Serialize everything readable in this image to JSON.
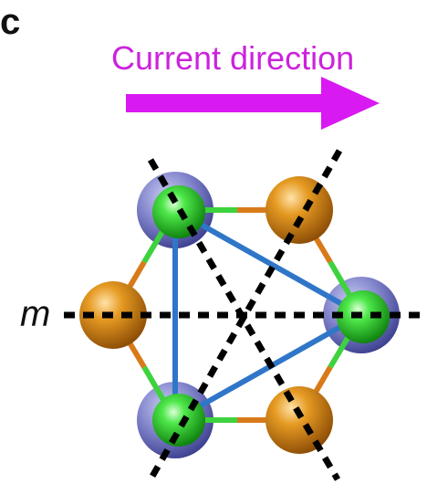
{
  "panel_letter": "c",
  "current": {
    "label": "Current direction",
    "arrow_color": "#d919f2"
  },
  "mirror": {
    "label": "m"
  },
  "colors": {
    "blue_atom": "#7d80c8",
    "green_atom": "#1ec81e",
    "orange_atom": "#dd8a10",
    "blue_bond": "#2f76c8",
    "green_bond": "#3ed23e",
    "orange_bond": "#d87a1a",
    "dashed_line": "#000000"
  }
}
